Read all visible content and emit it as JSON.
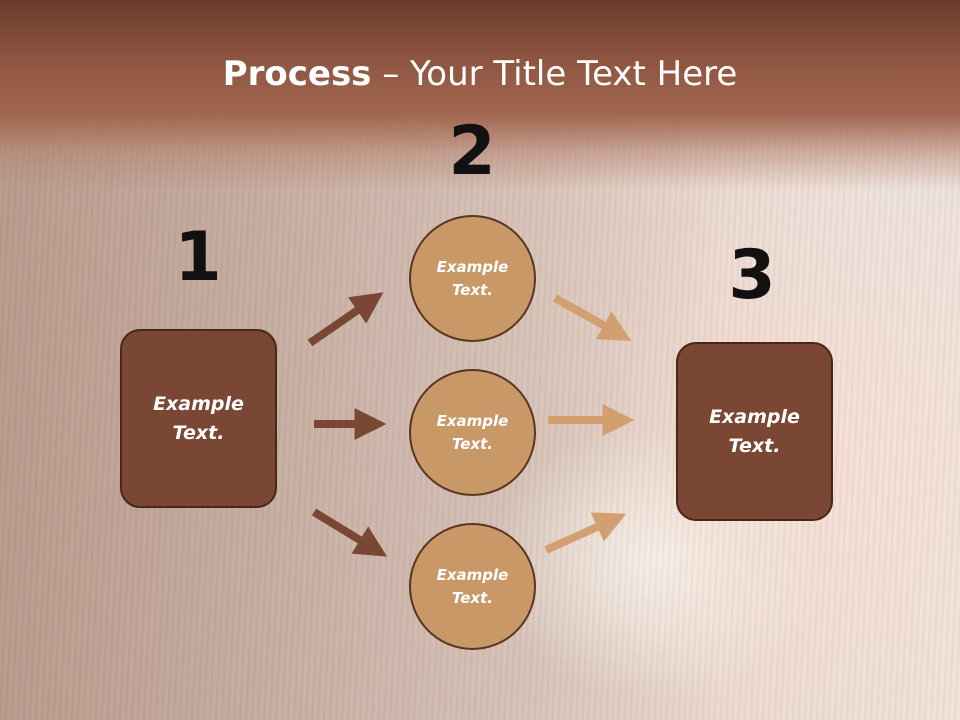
{
  "title": {
    "bold": "Process",
    "rest": " – Your Title Text Here"
  },
  "steps": [
    {
      "number": "1",
      "text_line1": "Example",
      "text_line2": "Text."
    },
    {
      "number": "2"
    },
    {
      "number": "3",
      "text_line1": "Example",
      "text_line2": "Text."
    }
  ],
  "circles": [
    {
      "line1": "Example",
      "line2": "Text."
    },
    {
      "line1": "Example",
      "line2": "Text."
    },
    {
      "line1": "Example",
      "line2": "Text."
    }
  ],
  "colors": {
    "dark_brown": "#7a4734",
    "light_brown": "#c99867",
    "arrow_dark": "#7a4734",
    "arrow_light": "#d2a070"
  }
}
